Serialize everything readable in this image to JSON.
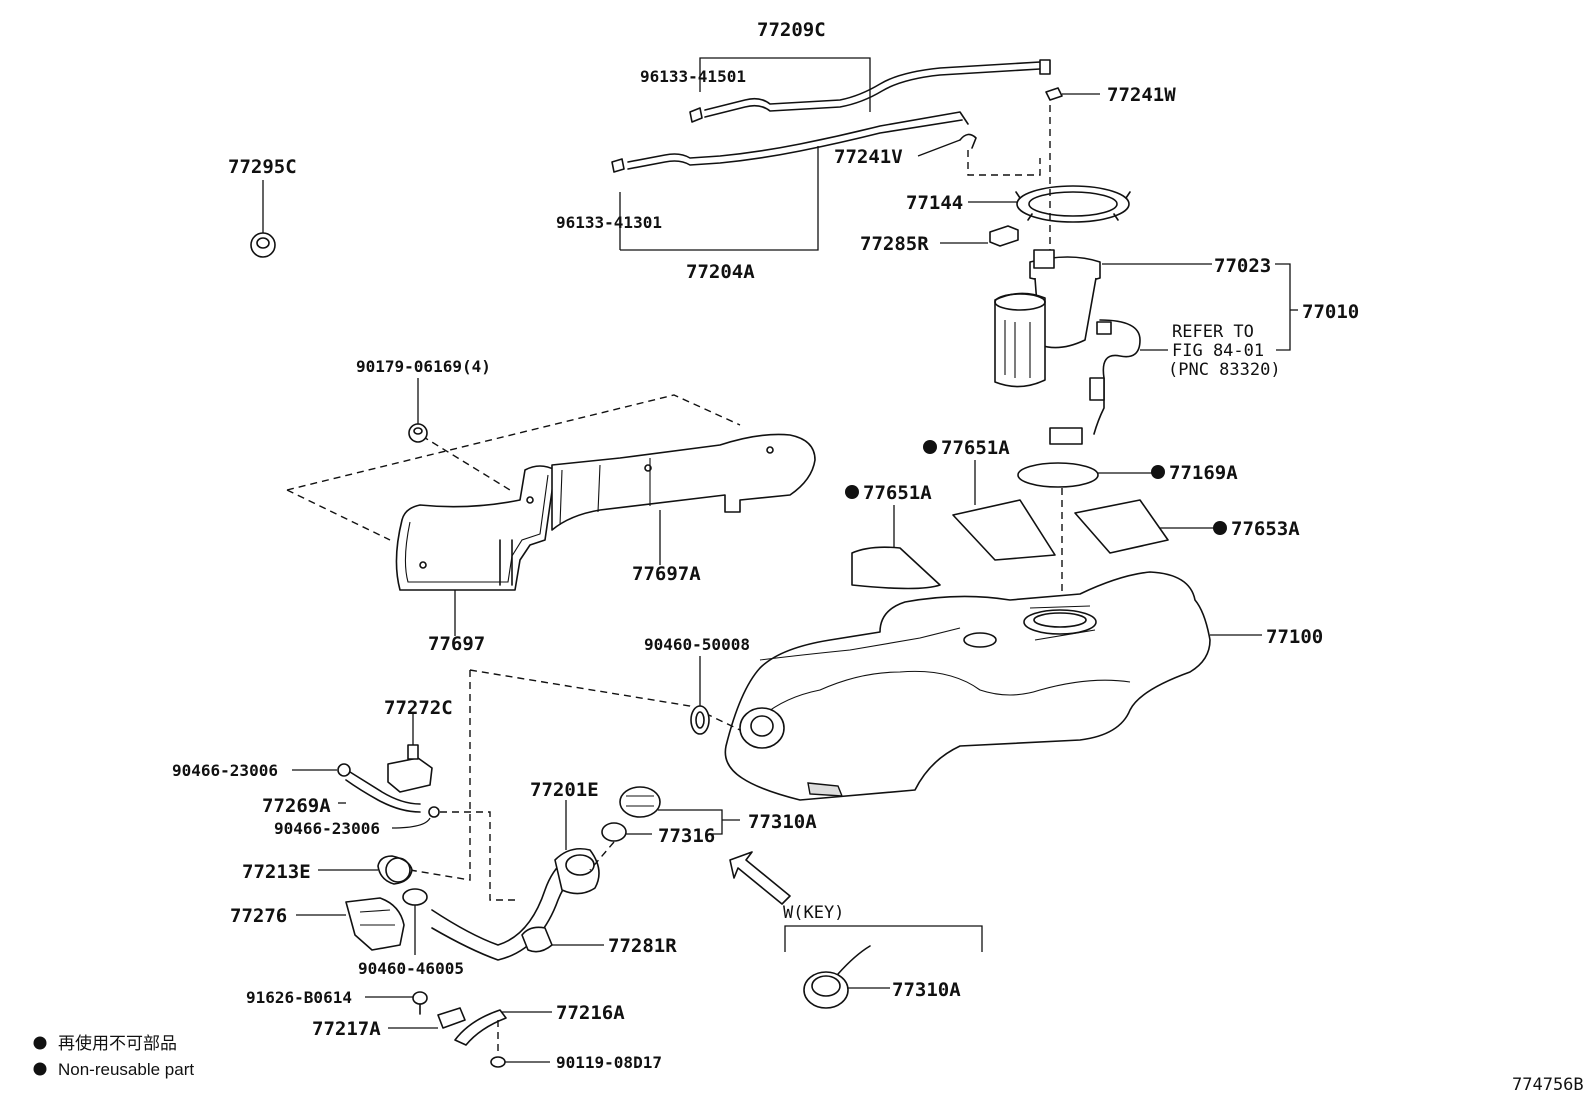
{
  "diagram_id": "774756B",
  "labels": {
    "l77209C": "77209C",
    "l96133_41501": "96133-41501",
    "l96133_41301": "96133-41301",
    "l77204A": "77204A",
    "l77241W": "77241W",
    "l77241V": "77241V",
    "l77144": "77144",
    "l77285R": "77285R",
    "l77023": "77023",
    "l77010": "77010",
    "l77295C": "77295C",
    "l90179": "90179-06169(4)",
    "l77697A": "77697A",
    "l77697": "77697",
    "l77651A_a": "77651A",
    "l77651A_b": "77651A",
    "l77169A": "77169A",
    "l77653A": "77653A",
    "l77100": "77100",
    "l90460_50008": "90460-50008",
    "l77272C": "77272C",
    "l90466_23006_a": "90466-23006",
    "l77269A": "77269A",
    "l90466_23006_b": "90466-23006",
    "l77201E": "77201E",
    "l77316": "77316",
    "l77310A_a": "77310A",
    "l77213E": "77213E",
    "l77276": "77276",
    "l90460_46005": "90460-46005",
    "l77281R": "77281R",
    "l91626": "91626-B0614",
    "l77217A": "77217A",
    "l77216A": "77216A",
    "l90119": "90119-08D17",
    "l77310A_b": "77310A"
  },
  "refer": {
    "line1": "REFER TO",
    "line2": "FIG 84-01",
    "line3": "(PNC 83320)"
  },
  "key_box_label": "W(KEY)",
  "legend": {
    "jp": "再使用不可部品",
    "en": "Non-reusable part"
  }
}
